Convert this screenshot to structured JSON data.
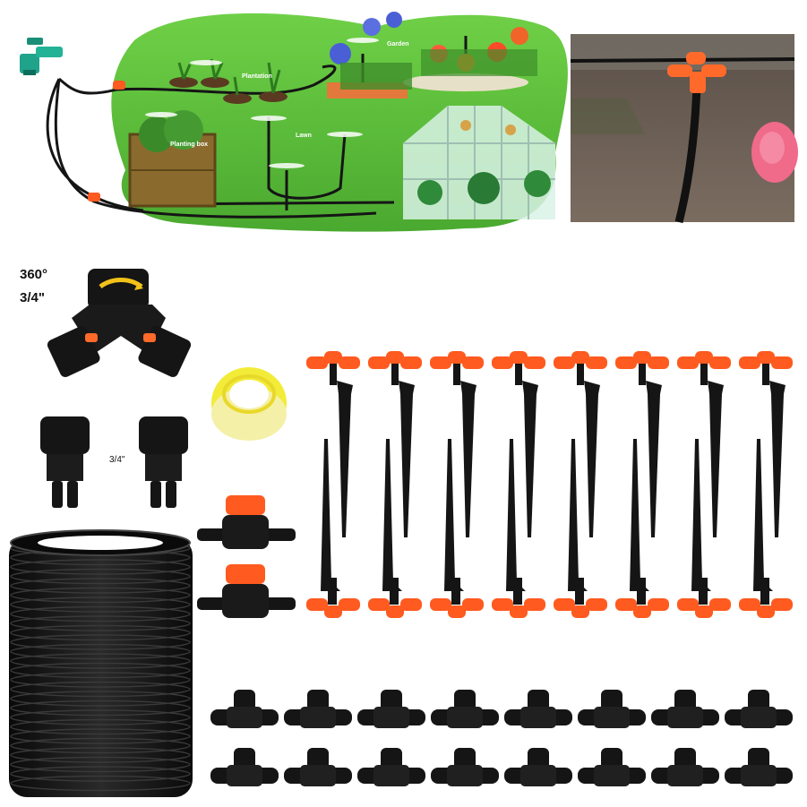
{
  "diagram": {
    "labels": {
      "plantation": "Plantation",
      "garden": "Garden",
      "planting_box": "Planting box",
      "lawn": "Lawn"
    }
  },
  "kit_labels": {
    "rotation": "360°",
    "size_top": "3/4\"",
    "size_adapters": "3/4\""
  },
  "colors": {
    "background": "#ffffff",
    "lawn_green": "#5fbf3a",
    "tubing_black": "#151515",
    "nozzle_orange": "#ff5a1f",
    "tape_yellow": "#f2ec38",
    "photo_soil": "#6b5f55"
  },
  "counts": {
    "sprinkler_stakes": 16,
    "tee_connectors": 16,
    "shutoff_valves": 2,
    "hose_adapters": 2
  }
}
